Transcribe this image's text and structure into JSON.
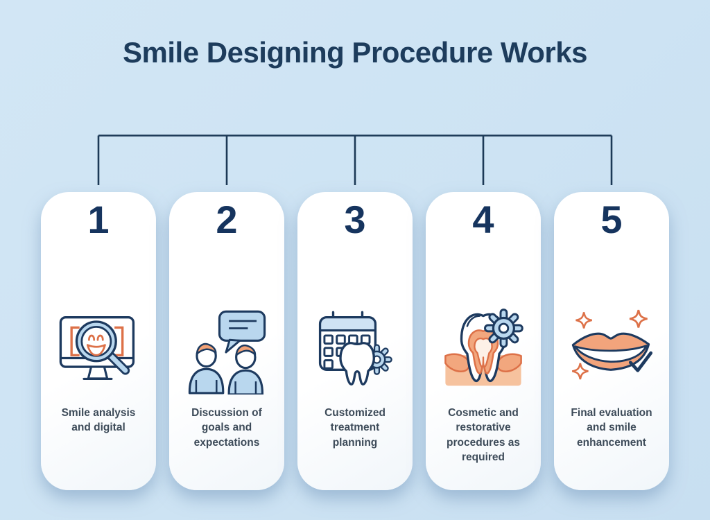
{
  "title": "Smile Designing Procedure Works",
  "colors": {
    "background": "#cde3f3",
    "card": "#ffffff",
    "navy_outline": "#1d3a5f",
    "heading": "#1d3c5c",
    "label_text": "#3d4b59",
    "orange": "#dd7148",
    "salmon": "#f2a47c",
    "light_blue": "#b9d7ee"
  },
  "steps": [
    {
      "number": "1",
      "label": "Smile analysis\nand digital",
      "icon": "smile-analysis-icon"
    },
    {
      "number": "2",
      "label": "Discussion of\ngoals and\nexpectations",
      "icon": "discussion-icon"
    },
    {
      "number": "3",
      "label": "Customized\ntreatment\nplanning",
      "icon": "treatment-planning-icon"
    },
    {
      "number": "4",
      "label": "Cosmetic and\nrestorative\nprocedures as\nrequired",
      "icon": "restorative-procedures-icon"
    },
    {
      "number": "5",
      "label": "Final evaluation\nand smile\nenhancement",
      "icon": "smile-enhancement-icon"
    }
  ]
}
